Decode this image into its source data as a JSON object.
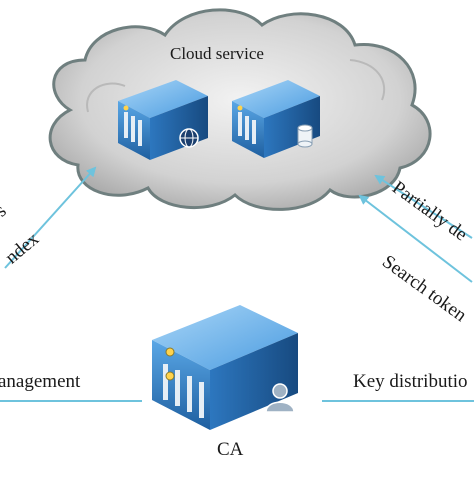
{
  "cloud": {
    "title": "Cloud service"
  },
  "ca": {
    "label": "CA"
  },
  "edges": {
    "left_top_a": "s",
    "left_top_b": "ndex",
    "right_top_a": "Partially de",
    "right_top_b": "Search token",
    "left_bottom": "anagement",
    "right_bottom": "Key distributio"
  },
  "colors": {
    "arrow": "#6ec3dd",
    "cloud_fill": "#d4d4d4",
    "cloud_outline": "#7a8a8a",
    "server_blue": "#3d8fd6",
    "server_dark": "#1f5f9e"
  },
  "icons": [
    "globe-icon",
    "database-icon",
    "user-icon"
  ]
}
